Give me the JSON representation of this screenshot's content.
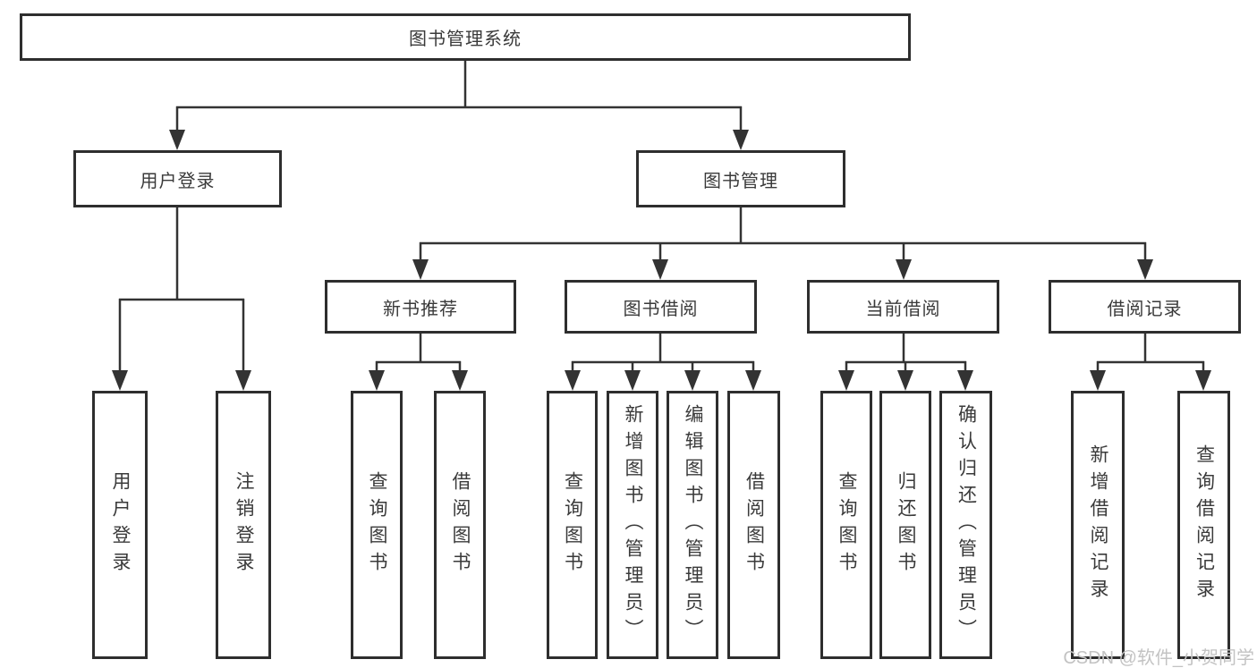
{
  "tree": {
    "root": {
      "label": "图书管理系统"
    },
    "branches": [
      {
        "label": "用户登录",
        "children": [
          {
            "label": "用户登录"
          },
          {
            "label": "注销登录"
          }
        ]
      },
      {
        "label": "图书管理",
        "sections": [
          {
            "label": "新书推荐",
            "children": [
              {
                "label": "查询图书"
              },
              {
                "label": "借阅图书"
              }
            ]
          },
          {
            "label": "图书借阅",
            "children": [
              {
                "label": "查询图书"
              },
              {
                "label": "新增图书（管理员）"
              },
              {
                "label": "编辑图书（管理员）"
              },
              {
                "label": "借阅图书"
              }
            ]
          },
          {
            "label": "当前借阅",
            "children": [
              {
                "label": "查询图书"
              },
              {
                "label": "归还图书"
              },
              {
                "label": "确认归还（管理员）"
              }
            ]
          },
          {
            "label": "借阅记录",
            "children": [
              {
                "label": "新增借阅记录"
              },
              {
                "label": "查询借阅记录"
              }
            ]
          }
        ]
      }
    ]
  },
  "watermark": "CSDN @软件_小贺同学",
  "colors": {
    "line": "#333333",
    "box_border": "#2e2e2e",
    "text": "#3a3a3a",
    "background": "#ffffff",
    "watermark": "#c3c3c3"
  }
}
